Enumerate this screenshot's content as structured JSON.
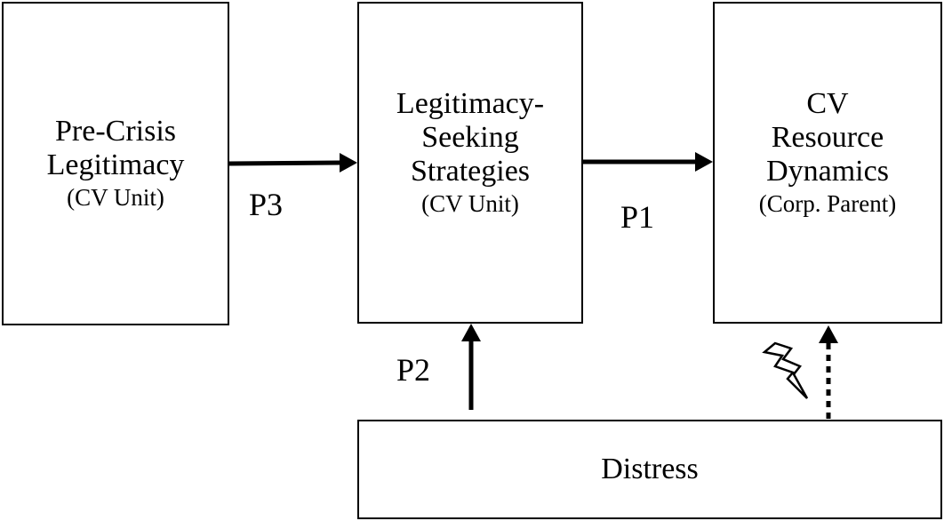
{
  "boxes": {
    "pre_crisis": {
      "line1": "Pre-Crisis",
      "line2": "Legitimacy",
      "sub": "(CV Unit)"
    },
    "legitimacy_seeking": {
      "line1": "Legitimacy-",
      "line2": "Seeking",
      "line3": "Strategies",
      "sub": "(CV Unit)"
    },
    "cv_resource": {
      "line1": "CV",
      "line2": "Resource",
      "line3": "Dynamics",
      "sub": "(Corp. Parent)"
    },
    "distress": {
      "line1": "Distress"
    }
  },
  "labels": {
    "p1": "P1",
    "p2": "P2",
    "p3": "P3"
  },
  "icons": {
    "lightning": "lightning-bolt-icon"
  }
}
